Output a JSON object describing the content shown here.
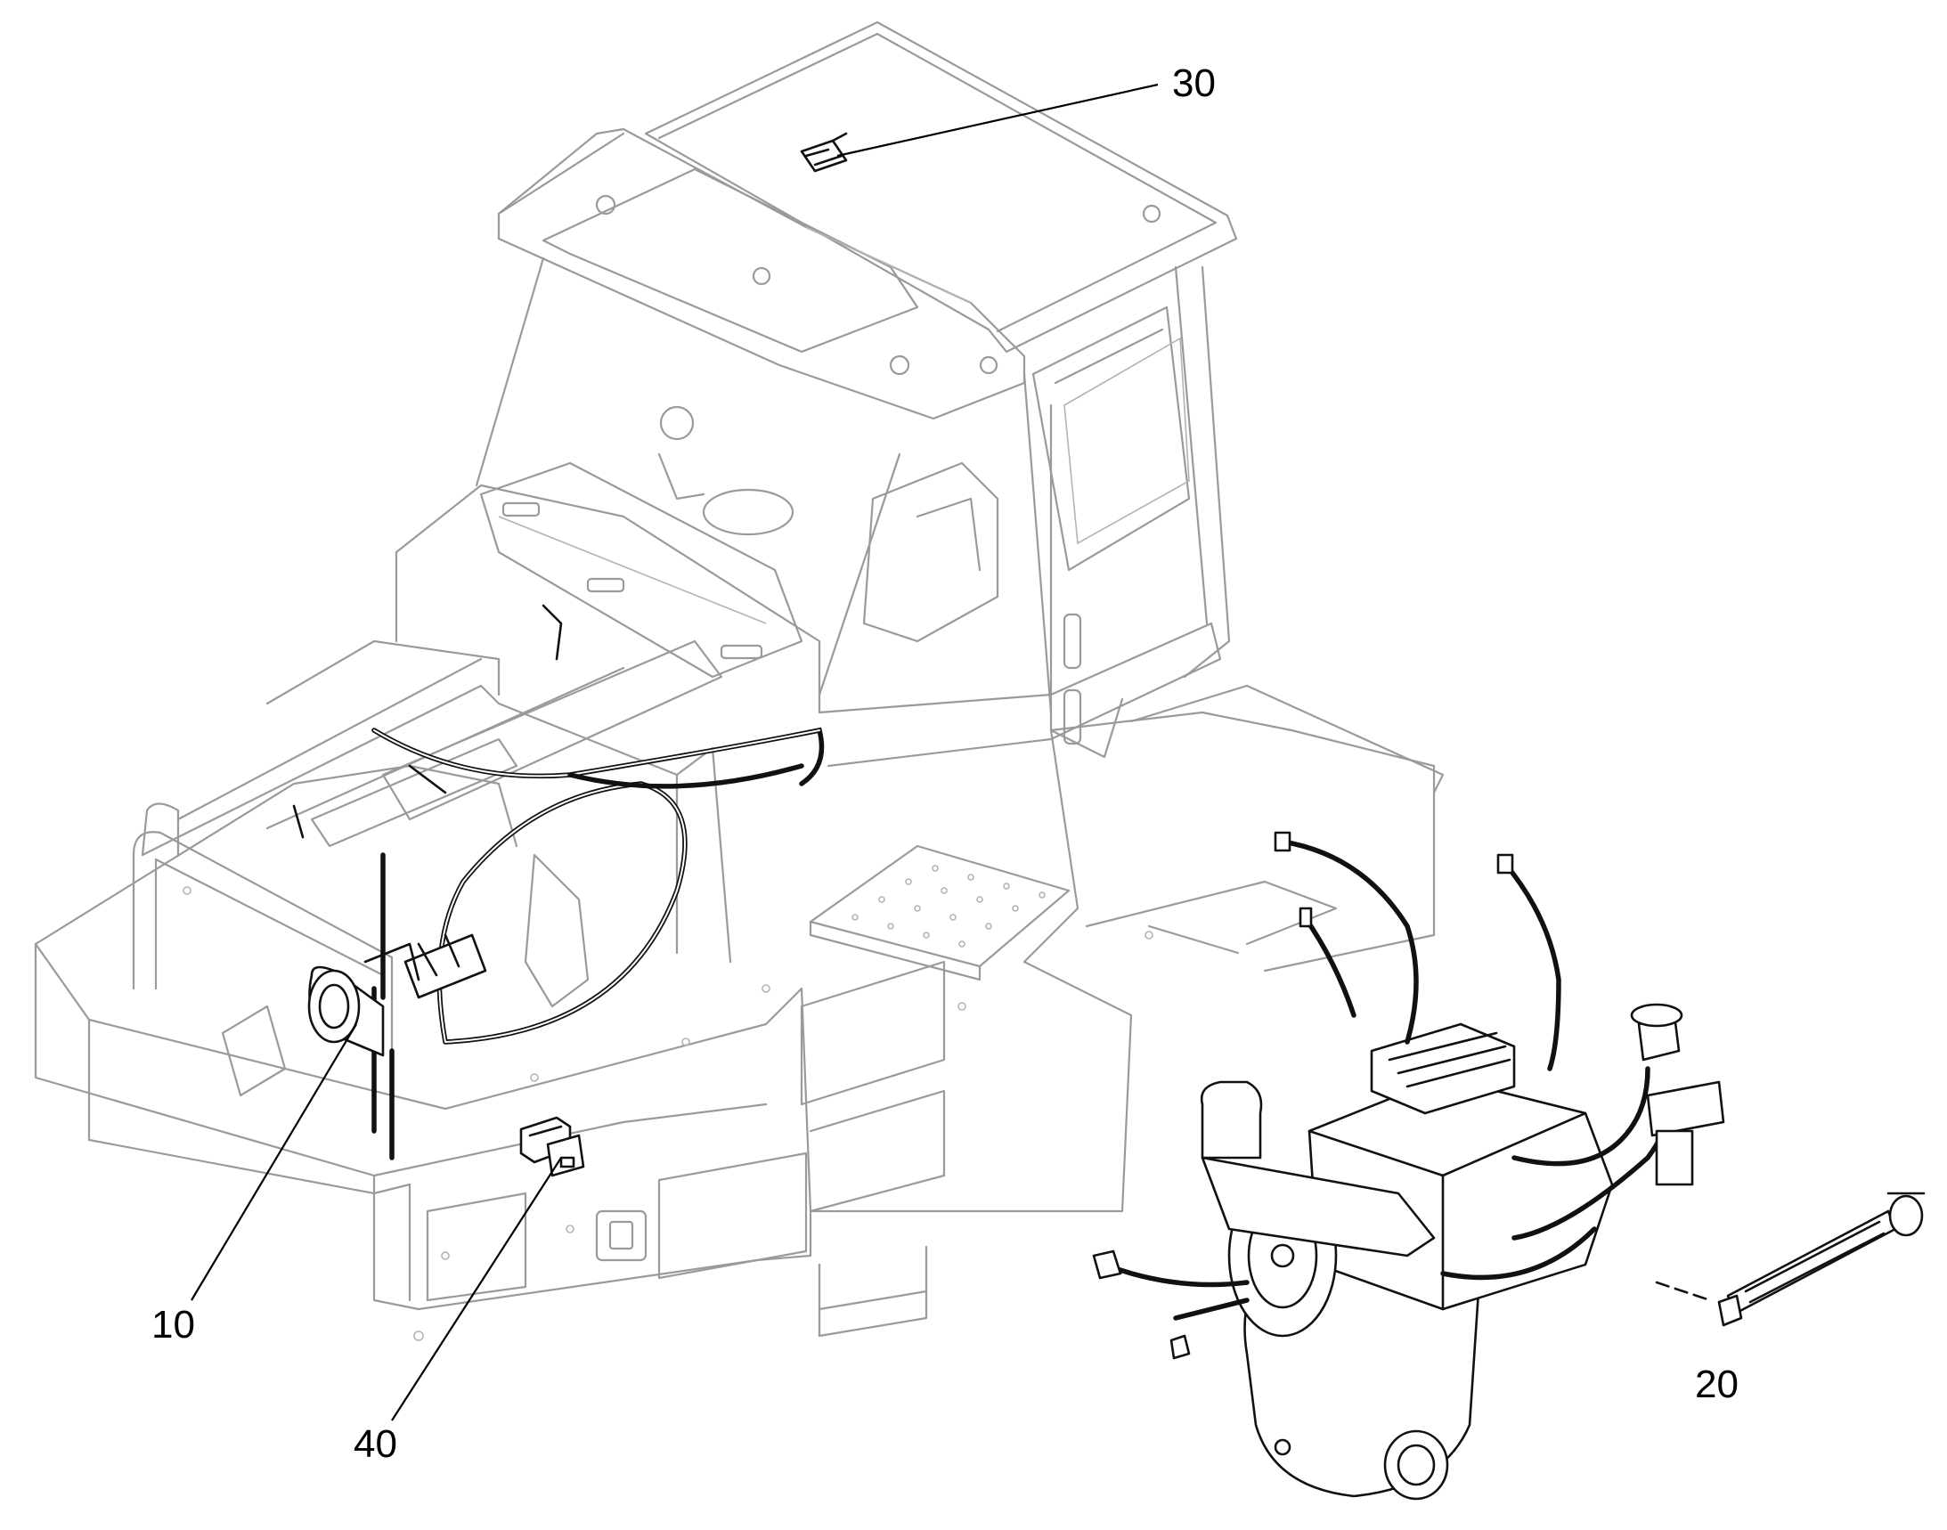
{
  "callouts": [
    {
      "id": "30",
      "text": "30"
    },
    {
      "id": "10",
      "text": "10"
    },
    {
      "id": "40",
      "text": "40"
    },
    {
      "id": "20",
      "text": "20"
    }
  ],
  "colors": {
    "background": "#ffffff",
    "machine_outline": "#9a9a9a",
    "highlighted_parts": "#111111",
    "label_text": "#000000"
  }
}
